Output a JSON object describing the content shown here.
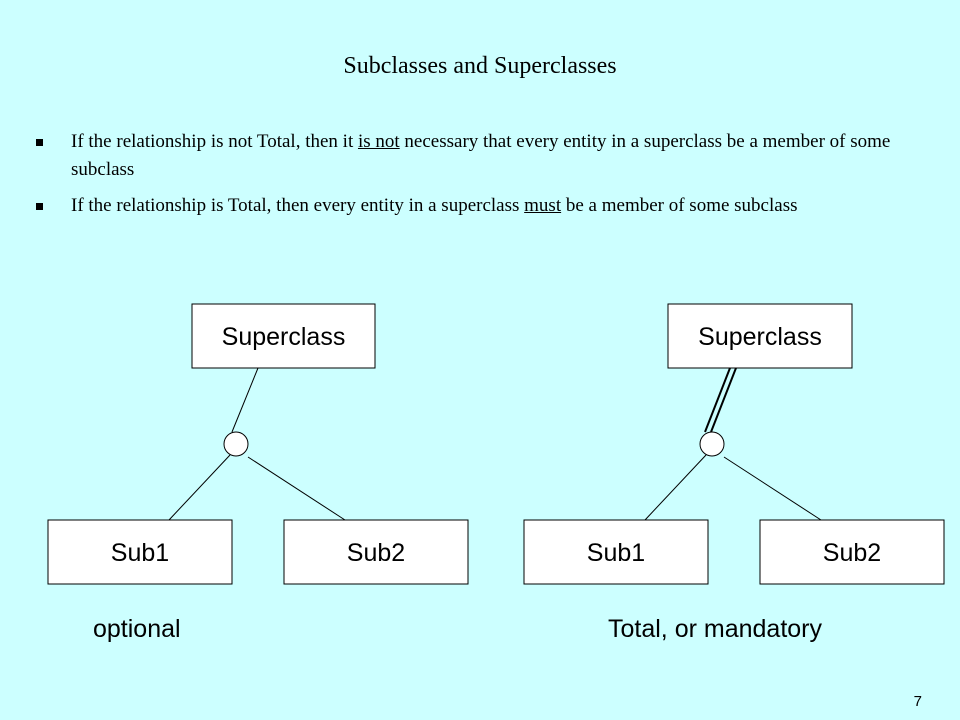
{
  "slide": {
    "title": "Subclasses and Superclasses",
    "page_number": "7"
  },
  "bullets": [
    {
      "before": "If the relationship is not Total, then it ",
      "emphasis": "is not",
      "after": " necessary that every entity in a superclass be a member of some subclass"
    },
    {
      "before": "If the relationship is Total, then every entity in a superclass ",
      "emphasis": "must",
      "after": " be a member of some subclass"
    }
  ],
  "diagrams": {
    "optional": {
      "superclass_label": "Superclass",
      "sub1_label": "Sub1",
      "sub2_label": "Sub2",
      "caption": "optional",
      "participation": "partial"
    },
    "total": {
      "superclass_label": "Superclass",
      "sub1_label": "Sub1",
      "sub2_label": "Sub2",
      "caption": "Total, or mandatory",
      "participation": "total"
    }
  }
}
